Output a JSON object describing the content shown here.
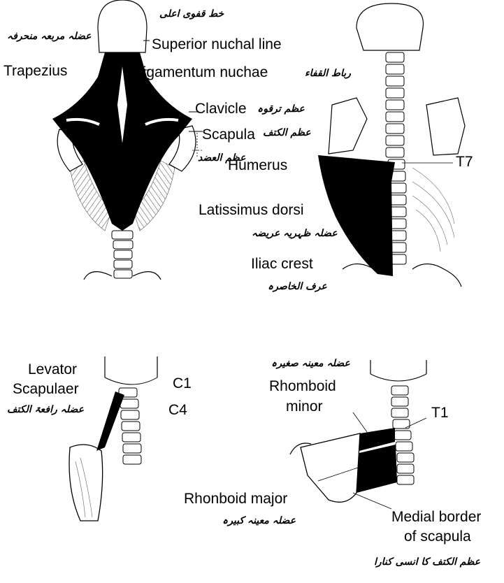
{
  "labels": {
    "top_left": {
      "superior_nuchal_line": "Superior nuchal line",
      "superior_nuchal_line_ur": "خط قفوی اعلی",
      "trapezius": "Trapezius",
      "trapezius_ur": "عضلہ مربعہ منحرفہ",
      "ligamentum_nuchae": "ligamentum nuchae",
      "ligamentum_nuchae_ur": "رباط القفاء",
      "clavicle": "Clavicle",
      "clavicle_ur": "عظم ترقوہ",
      "scapula": "Scapula",
      "scapula_ur": "عظم الکتف",
      "humerus": "Humerus",
      "humerus_ur": "عظم العضد"
    },
    "top_right": {
      "t7": "T7",
      "latissimus_dorsi": "Latissimus dorsi",
      "latissimus_dorsi_ur": "عضلہ ظہریہ عریضہ",
      "iliac_crest": "Iliac crest",
      "iliac_crest_ur": "عرف الخاصرہ"
    },
    "bottom_left": {
      "levator_line1": "Levator",
      "levator_line2": "Scapulaer",
      "levator_ur": "عضلہ رافعۃ الکتف",
      "c1": "C1",
      "c4": "C4"
    },
    "bottom_right": {
      "rhomboid_minor_ur": "عضلہ معینہ صغیرہ",
      "rhomboid_minor_line1": "Rhomboid",
      "rhomboid_minor_line2": "minor",
      "t1": "T1",
      "rhomboid_major": "Rhonboid major",
      "rhomboid_major_ur": "عضلہ معینہ کبیرہ",
      "medial_border_line1": "Medial border",
      "medial_border_line2": "of scapula",
      "medial_border_ur": "عظم الکتف کا انسی کنارا"
    }
  }
}
